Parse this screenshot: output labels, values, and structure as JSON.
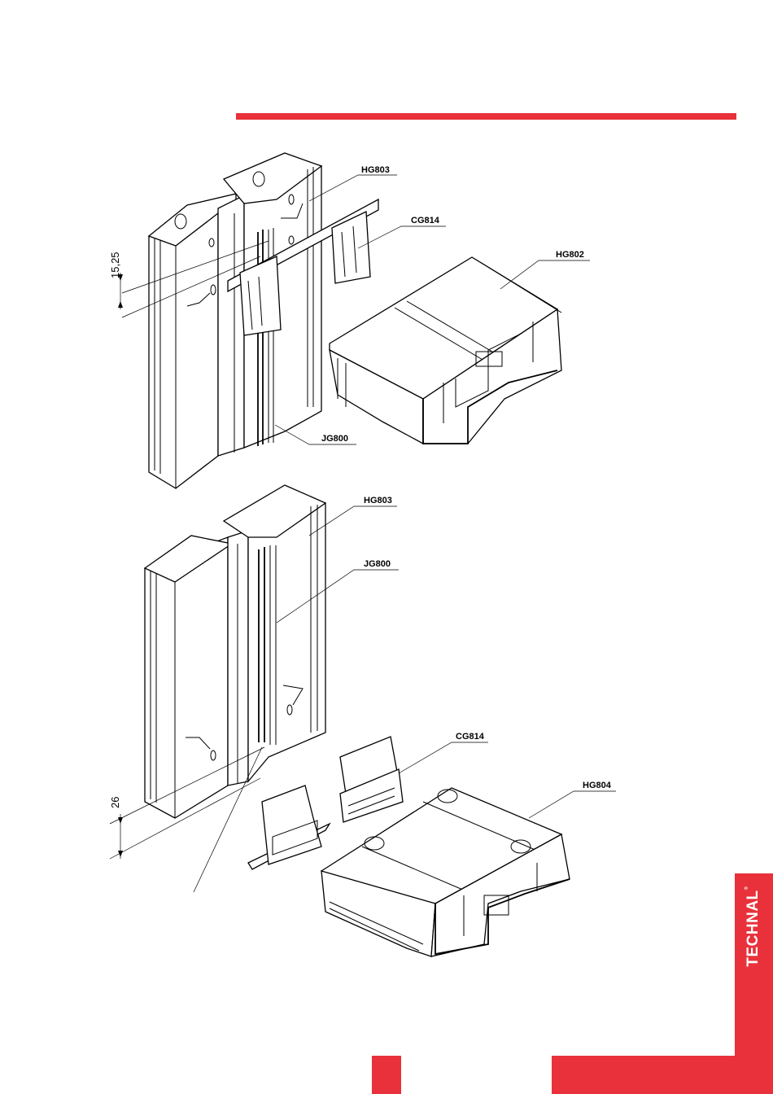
{
  "brand": {
    "name": "TECHNAL",
    "mark": "®"
  },
  "colors": {
    "accent": "#e8313a",
    "line": "#000000",
    "background": "#ffffff"
  },
  "labels": {
    "top_hg803": "HG803",
    "top_cg814": "CG814",
    "top_hg802": "HG802",
    "top_jg800": "JG800",
    "bottom_hg803": "HG803",
    "bottom_jg800": "JG800",
    "bottom_cg814": "CG814",
    "bottom_hg804": "HG804"
  },
  "dimensions": {
    "top": "15,25",
    "bottom": "26"
  }
}
